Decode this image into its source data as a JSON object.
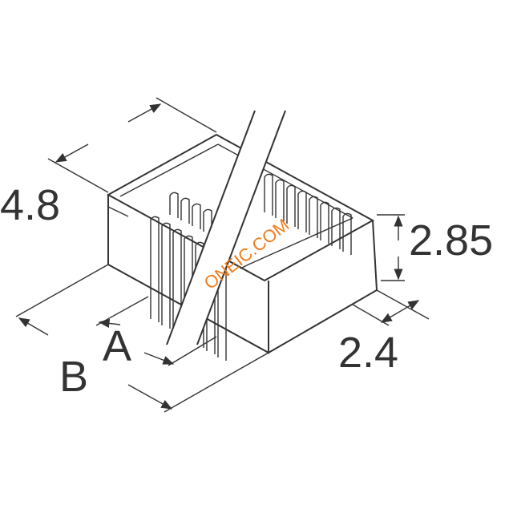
{
  "dimensions": {
    "depth": "4.8",
    "height": "2.85",
    "width": "2.4",
    "a": "A",
    "b": "B"
  },
  "watermark": "ONEIC.COM",
  "colors": {
    "line": "#333333",
    "watermark": "#f07d1a"
  }
}
